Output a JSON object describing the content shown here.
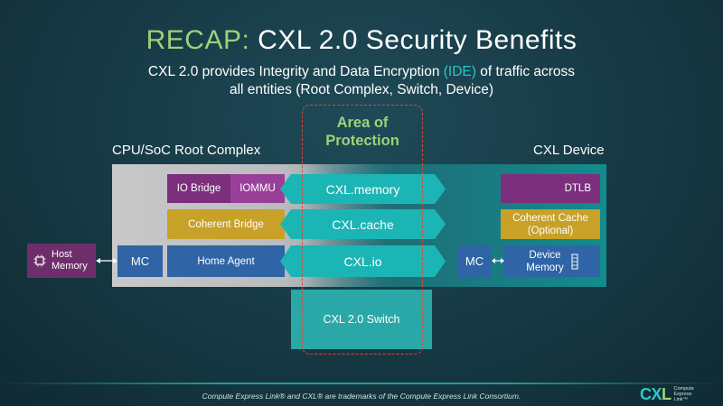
{
  "title": {
    "prefix": "RECAP:",
    "main": "CXL 2.0 Security Benefits"
  },
  "subtitle": {
    "line1_pre": "CXL 2.0 provides Integrity and Data Encryption",
    "ide": "(IDE)",
    "line1_post": "of traffic across",
    "line2": "all entities (Root Complex, Switch, Device)"
  },
  "protection": {
    "line1": "Area of",
    "line2": "Protection"
  },
  "root_complex": {
    "title": "CPU/SoC Root Complex",
    "io_bridge": "IO Bridge",
    "iommu": "IOMMU",
    "coherent_bridge": "Coherent Bridge",
    "mc": "MC",
    "home_agent": "Home Agent"
  },
  "host_memory": {
    "line1": "Host",
    "line2": "Memory"
  },
  "protocols": {
    "memory": "CXL.memory",
    "cache": "CXL.cache",
    "io": "CXL.io"
  },
  "switch": "CXL 2.0 Switch",
  "device": {
    "title": "CXL Device",
    "dtlb": "DTLB",
    "coherent_cache_line1": "Coherent Cache",
    "coherent_cache_line2": "(Optional)",
    "mc": "MC",
    "device_memory_line1": "Device",
    "device_memory_line2": "Memory"
  },
  "footer": "Compute Express Link® and CXL® are trademarks of the Compute Express Link Consortium.",
  "logo": {
    "mark_c": "CX",
    "mark_l": "L",
    "text_line1": "Compute",
    "text_line2": "Express",
    "text_line3": "Link™"
  },
  "colors": {
    "accent_green": "#9fd17a",
    "teal": "#1cb5b5",
    "ide_cyan": "#2ec6c6",
    "protection_border": "#d8483a",
    "purple": "#7b2f7d",
    "gold": "#c7a128",
    "blue": "#2f64a6"
  }
}
